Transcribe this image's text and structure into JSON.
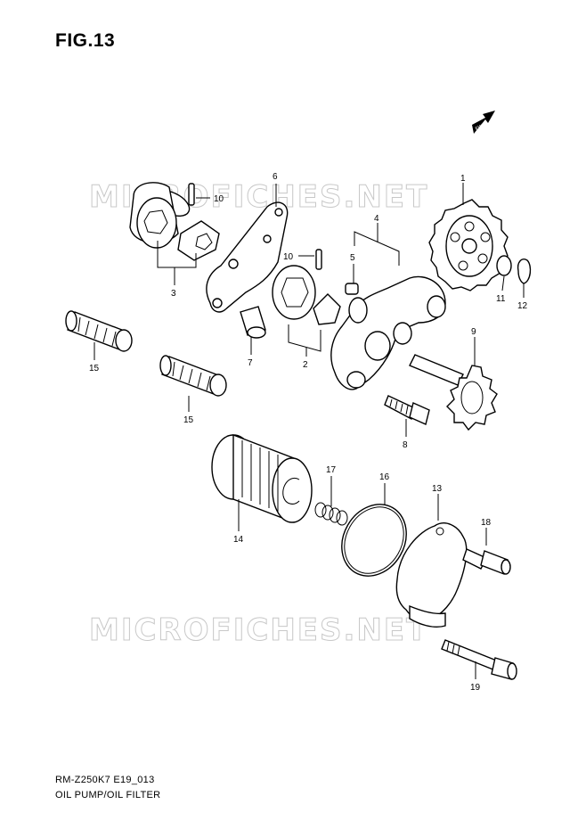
{
  "title": "FIG.13",
  "footer": {
    "code": "RM-Z250K7 E19_013",
    "name": "OIL PUMP/OIL FILTER"
  },
  "watermark": "MICROFICHES.NET",
  "fwd_label": "FWD",
  "callouts": [
    "1",
    "2",
    "3",
    "4",
    "5",
    "6",
    "7",
    "8",
    "9",
    "10",
    "10",
    "11",
    "12",
    "13",
    "14",
    "15",
    "15",
    "16",
    "17",
    "18",
    "19"
  ]
}
